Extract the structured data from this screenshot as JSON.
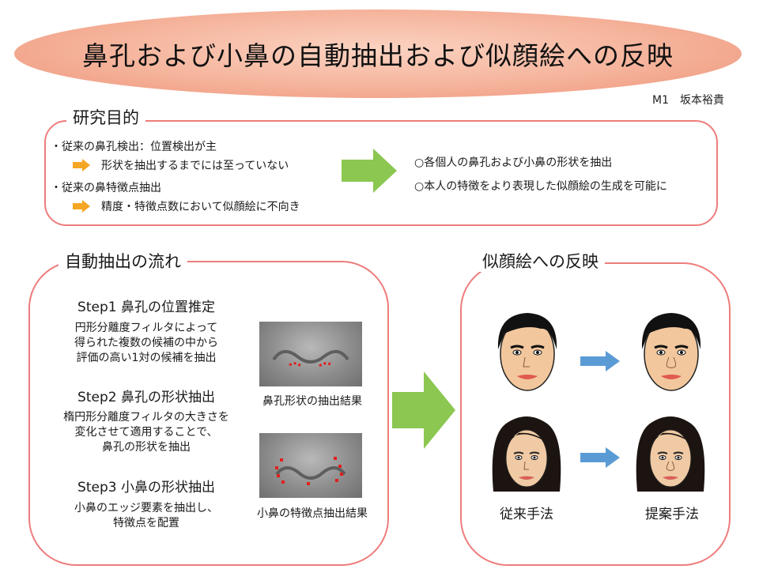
{
  "header": {
    "title": "鼻孔および小鼻の自動抽出および似顔絵への反映",
    "author": "M1　坂本裕貴"
  },
  "purpose": {
    "heading": "研究目的",
    "bullet1": "・従来の鼻孔検出：位置検出が主",
    "sub1": "形状を抽出するまでには至っていない",
    "bullet2": "・従来の鼻特徴点抽出",
    "sub2": "精度・特徴点数において似顔絵に不向き",
    "goal1": "○各個人の鼻孔および小鼻の形状を抽出",
    "goal2": "○本人の特徴をより表現した似顔絵の生成を可能に"
  },
  "flow": {
    "heading": "自動抽出の流れ",
    "step1_title": "Step1 鼻孔の位置推定",
    "step1_text": [
      "円形分離度フィルタによって",
      "得られた複数の候補の中から",
      "評価の高い1対の候補を抽出"
    ],
    "step2_title": "Step2 鼻孔の形状抽出",
    "step2_text": [
      "楕円形分離度フィルタの大きさを",
      "変化させて適用することで、",
      "鼻孔の形状を抽出"
    ],
    "step3_title": "Step3 小鼻の形状抽出",
    "step3_text": [
      "小鼻のエッジ要素を抽出し、",
      "特徴点を配置"
    ],
    "result1_caption": "鼻孔形状の抽出結果",
    "result2_caption": "小鼻の特徴点抽出結果"
  },
  "reflect": {
    "heading": "似顔絵への反映",
    "conventional": "従来手法",
    "proposed": "提案手法"
  },
  "colors": {
    "border": "#ee7c7c",
    "arrow_green": "#8cc751",
    "arrow_orange": "#f5a623",
    "arrow_blue": "#5b9bd5"
  }
}
